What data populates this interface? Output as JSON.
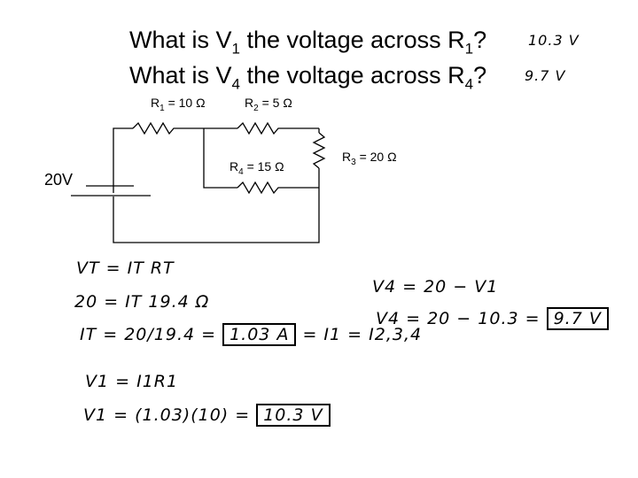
{
  "questions": {
    "q1": {
      "pre": "What is V",
      "sub1": "1",
      "mid": " the voltage across R",
      "sub2": "1",
      "post": "?"
    },
    "q2": {
      "pre": "What is V",
      "sub1": "4",
      "mid": " the voltage across R",
      "sub2": "4",
      "post": "?"
    }
  },
  "answers": {
    "a1": "10.3 V",
    "a2": "9.7 V"
  },
  "circuit": {
    "source": "20V",
    "r1": {
      "name": "R",
      "sub": "1",
      "value": " = 10 Ω"
    },
    "r2": {
      "name": "R",
      "sub": "2",
      "value": " = 5 Ω"
    },
    "r3": {
      "name": "R",
      "sub": "3",
      "value": " = 20 Ω"
    },
    "r4": {
      "name": "R",
      "sub": "4",
      "value": " = 15 Ω"
    }
  },
  "work_left": {
    "line1": "VT = IT RT",
    "line2": "20 = IT 19.4 Ω",
    "line3_pre": "IT = 20/19.4 = ",
    "line3_box": "1.03 A",
    "line3_post": " = I1 = I2,3,4",
    "line4": "V1 = I1R1",
    "line5_pre": "V1 = (1.03)(10) = ",
    "line5_box": "10.3 V"
  },
  "work_right": {
    "line1": "V4 = 20 − V1",
    "line2_pre": "V4 = 20 − 10.3 = ",
    "line2_box": "9.7 V"
  }
}
